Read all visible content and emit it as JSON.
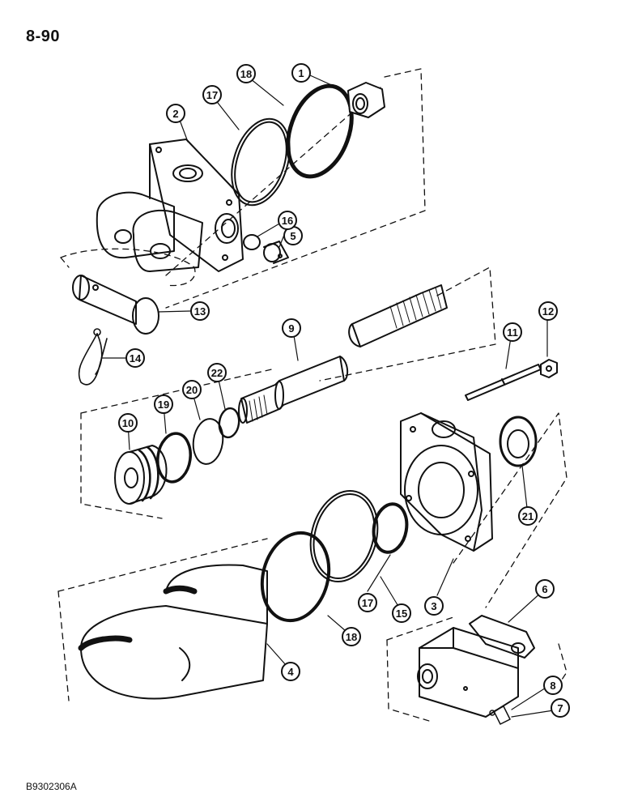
{
  "page_number": "8-90",
  "figure_code": "B9302306A",
  "callouts": [
    {
      "id": "c1",
      "label": "1"
    },
    {
      "id": "c2",
      "label": "2"
    },
    {
      "id": "c3",
      "label": "3"
    },
    {
      "id": "c4",
      "label": "4"
    },
    {
      "id": "c5",
      "label": "5"
    },
    {
      "id": "c6",
      "label": "6"
    },
    {
      "id": "c7",
      "label": "7"
    },
    {
      "id": "c8",
      "label": "8"
    },
    {
      "id": "c9",
      "label": "9"
    },
    {
      "id": "c10",
      "label": "10"
    },
    {
      "id": "c11",
      "label": "11"
    },
    {
      "id": "c12",
      "label": "12"
    },
    {
      "id": "c13",
      "label": "13"
    },
    {
      "id": "c14",
      "label": "14"
    },
    {
      "id": "c15",
      "label": "15"
    },
    {
      "id": "c16",
      "label": "16"
    },
    {
      "id": "c17a",
      "label": "17"
    },
    {
      "id": "c17b",
      "label": "17"
    },
    {
      "id": "c18a",
      "label": "18"
    },
    {
      "id": "c18b",
      "label": "18"
    },
    {
      "id": "c19",
      "label": "19"
    },
    {
      "id": "c20",
      "label": "20"
    },
    {
      "id": "c21",
      "label": "21"
    },
    {
      "id": "c22",
      "label": "22"
    }
  ]
}
